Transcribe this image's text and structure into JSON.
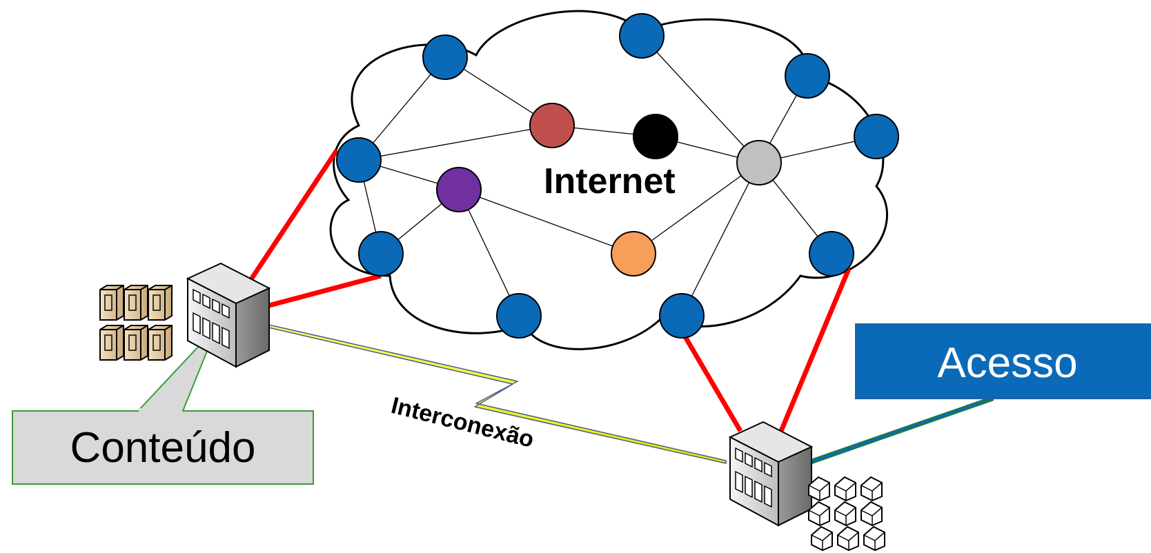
{
  "diagram": {
    "cloud_label": "Internet",
    "link_label": "Interconexão",
    "content_callout": "Conteúdo",
    "access_callout": "Acesso"
  },
  "colors": {
    "node_blue": "#0a6ab8",
    "node_red": "#c0504d",
    "node_black": "#000000",
    "node_purple": "#7030a0",
    "node_orange": "#f79e5b",
    "node_gray": "#c0c0c0",
    "uplink_red": "#ff0000",
    "lightning_yellow": "#ffff00",
    "content_callout_fill": "#d9d9d9",
    "content_callout_border": "#3a9a3a",
    "access_callout_fill": "#0a6ab8"
  },
  "icons": {
    "content_building": "datacenter-building-icon",
    "content_servers": "server-rack-icon",
    "access_building": "isp-building-icon",
    "access_homes": "house-icon"
  }
}
